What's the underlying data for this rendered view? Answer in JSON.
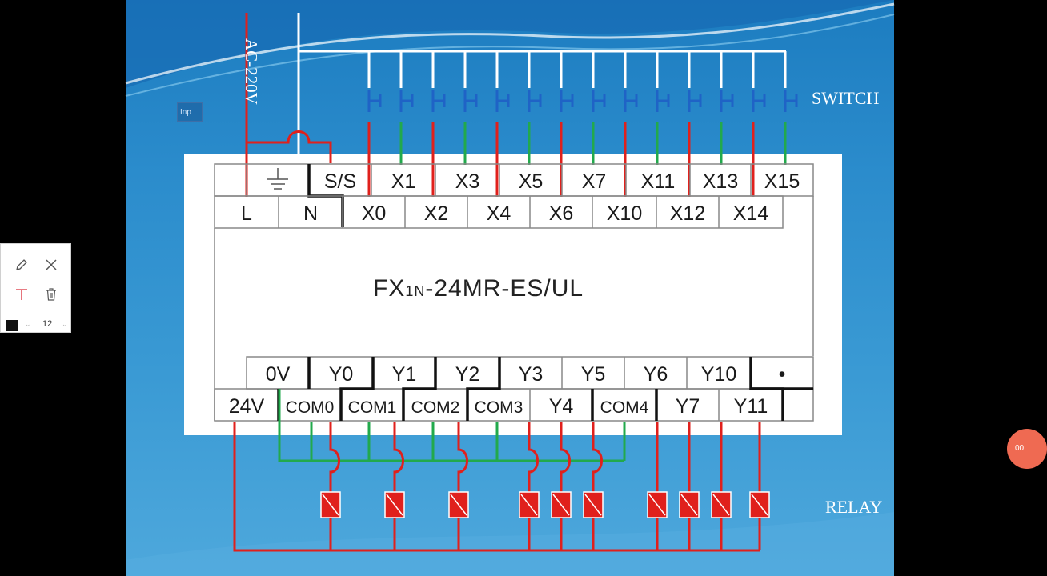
{
  "labels": {
    "switch": "SWITCH",
    "relay": "RELAY",
    "ac_voltage": "AC-220V",
    "model": "FX1N-24MR-ES/UL",
    "model_prefix": "FX",
    "model_sub": "1N",
    "model_suffix": "-24MR-ES/UL"
  },
  "terminals": {
    "input_top": [
      "S/S",
      "X1",
      "X3",
      "X5",
      "X7",
      "X11",
      "X13",
      "X15"
    ],
    "input_bottom": [
      "L",
      "N",
      "X0",
      "X2",
      "X4",
      "X6",
      "X10",
      "X12",
      "X14"
    ],
    "output_top": [
      "0V",
      "Y0",
      "Y1",
      "Y2",
      "Y3",
      "Y5",
      "Y6",
      "Y10",
      "•"
    ],
    "output_bottom": [
      "24V",
      "COM0",
      "COM1",
      "COM2",
      "COM3",
      "Y4",
      "COM4",
      "Y7",
      "Y11"
    ]
  },
  "input_box": {
    "value": "Inp"
  },
  "toolbox": {
    "font_size": "12"
  },
  "record_button": {
    "label": "00:"
  },
  "colors": {
    "slide_bg": "#2b8ccc",
    "wire_red": "#e0201c",
    "wire_green": "#22a94c",
    "switch_blue": "#1f63c6",
    "relay_fill": "#e0201c",
    "plc_bg": "#ffffff"
  },
  "icons": [
    "pencil-icon",
    "close-icon",
    "text-icon",
    "trash-icon",
    "ground-icon"
  ]
}
